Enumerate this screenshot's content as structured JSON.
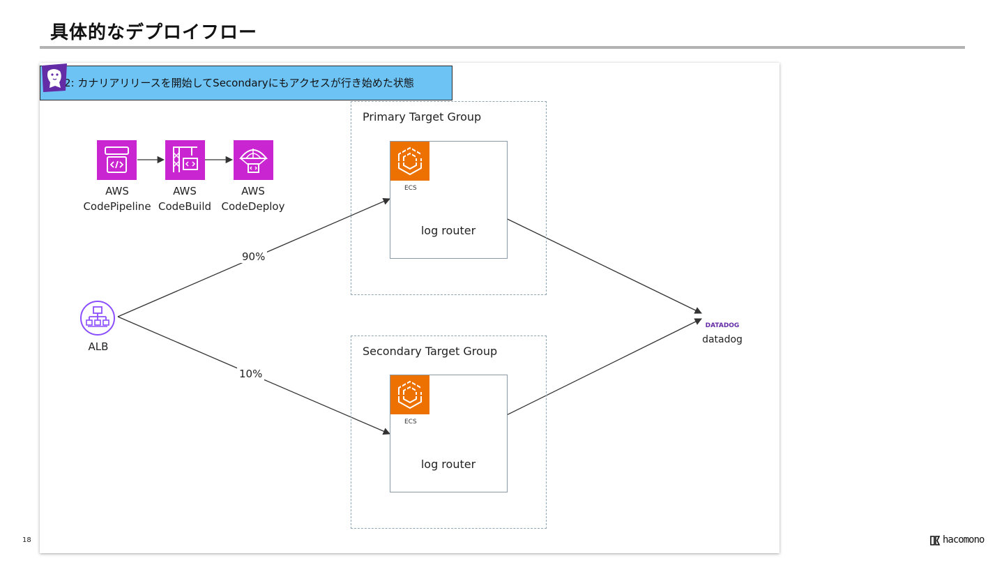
{
  "slide": {
    "title": "具体的なデプロイフロー",
    "page_number": "18",
    "brand": "hacomono"
  },
  "diagram": {
    "state_banner": "状態2: カナリアリリースを開始してSecondaryにもアクセスが行き始めた状態",
    "pipeline": [
      {
        "line1": "AWS",
        "line2": "CodePipeline",
        "icon": "codepipeline-icon"
      },
      {
        "line1": "AWS",
        "line2": "CodeBuild",
        "icon": "codebuild-icon"
      },
      {
        "line1": "AWS",
        "line2": "CodeDeploy",
        "icon": "codedeploy-icon"
      }
    ],
    "alb": {
      "label": "ALB",
      "icon": "load-balancer-icon"
    },
    "primary_group": {
      "title": "Primary Target Group",
      "service": "ECS",
      "task": "log router",
      "traffic": "90%"
    },
    "secondary_group": {
      "title": "Secondary Target Group",
      "service": "ECS",
      "task": "log router",
      "traffic": "10%"
    },
    "destination": {
      "logo_text": "DATADOG",
      "label": "datadog",
      "icon": "datadog-icon"
    },
    "colors": {
      "banner": "#6ec3f5",
      "devtools": "#c925d1",
      "compute": "#ed7100",
      "alb": "#8c4fff",
      "datadog": "#632ca6"
    }
  }
}
